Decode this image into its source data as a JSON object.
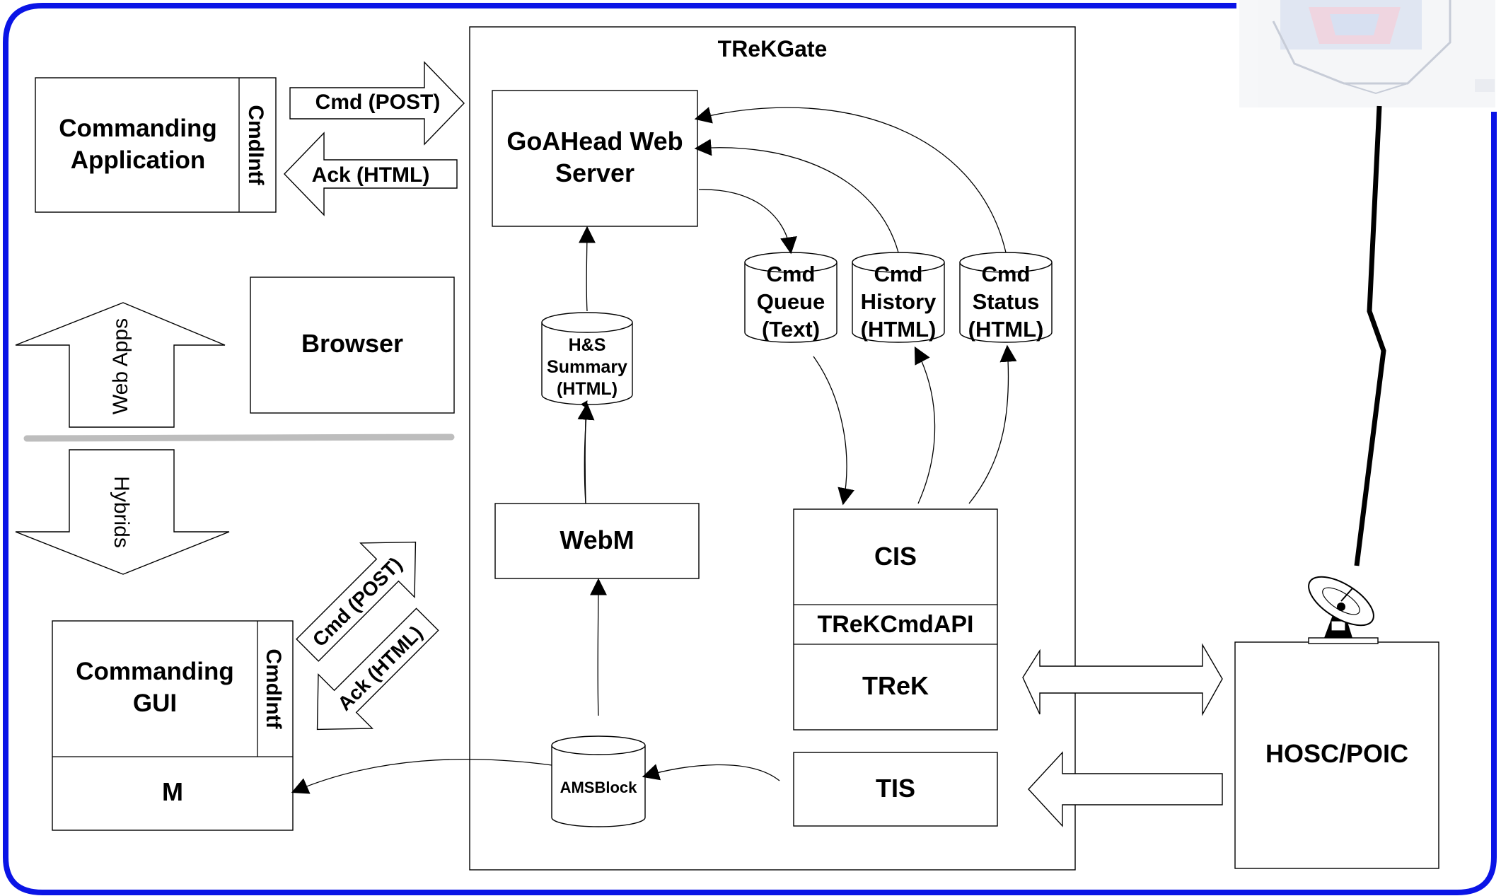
{
  "diagram": {
    "container_title": "TReKGate",
    "commanding_app": {
      "line1": "Commanding",
      "line2": "Application",
      "intf": "CmdIntf"
    },
    "cmd_post_top": "Cmd (POST)",
    "ack_html_top": "Ack (HTML)",
    "web_server": {
      "line1": "GoAHead Web",
      "line2": "Server"
    },
    "browser": "Browser",
    "web_apps": "Web Apps",
    "hybrids": "Hybrids",
    "hs_summary": {
      "line1": "H&S",
      "line2": "Summary",
      "line3": "(HTML)"
    },
    "cmd_queue": {
      "line1": "Cmd",
      "line2": "Queue",
      "line3": "(Text)"
    },
    "cmd_history": {
      "line1": "Cmd",
      "line2": "History",
      "line3": "(HTML)"
    },
    "cmd_status": {
      "line1": "Cmd",
      "line2": "Status",
      "line3": "(HTML)"
    },
    "webm": "WebM",
    "cis": "CIS",
    "trek_cmd_api": "TReKCmdAPI",
    "trek": "TReK",
    "tis": "TIS",
    "amsblock": "AMSBlock",
    "commanding_gui": {
      "line1": "Commanding",
      "line2": "GUI",
      "intf": "CmdIntf",
      "m": "M"
    },
    "cmd_post_diag": "Cmd (POST)",
    "ack_html_diag": "Ack (HTML)",
    "hosc_poic": "HOSC/POIC"
  },
  "colors": {
    "frame": "#0a14e6",
    "separator": "#bdbdbd"
  }
}
